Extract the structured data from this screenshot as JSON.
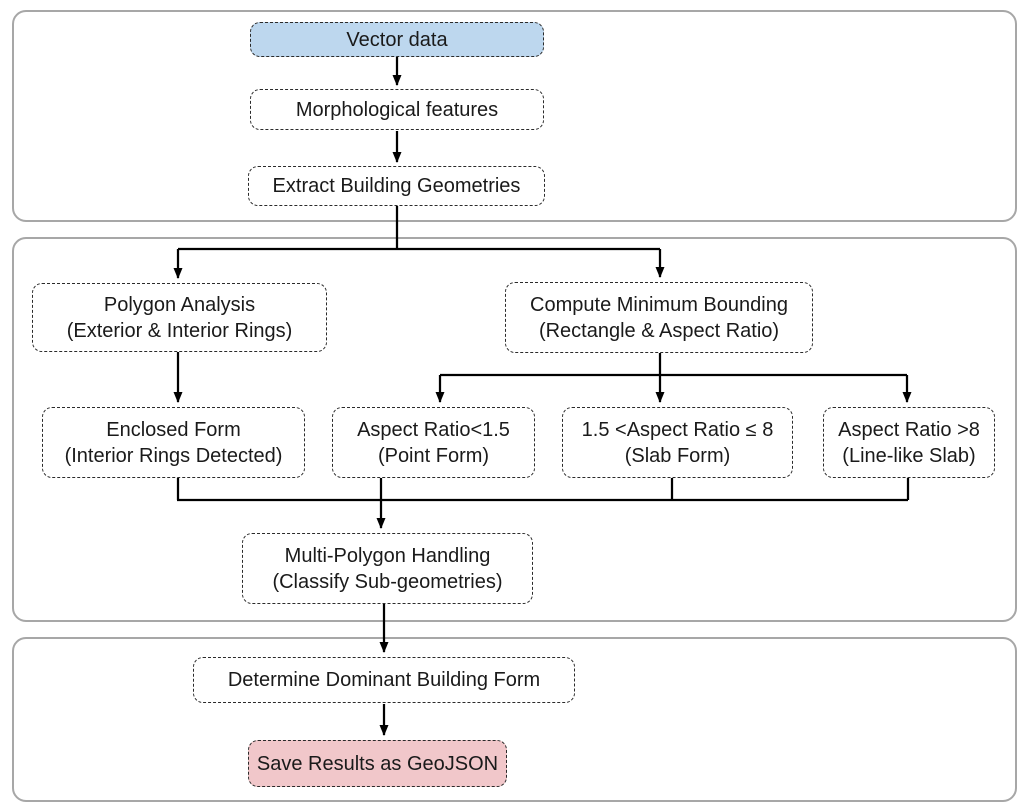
{
  "diagram": {
    "type": "flowchart",
    "sections": [
      {
        "name": "data-input-stage",
        "node_ids": [
          "vector_data",
          "morphological_features",
          "extract_building_geometries"
        ]
      },
      {
        "name": "classification-stage",
        "node_ids": [
          "polygon_analysis",
          "compute_min_bounding",
          "enclosed_form",
          "point_form",
          "slab_form",
          "line_like_slab",
          "multi_polygon"
        ]
      },
      {
        "name": "output-stage",
        "node_ids": [
          "determine_dominant_form",
          "save_results"
        ]
      }
    ],
    "edges": [
      "vector_data -> morphological_features",
      "morphological_features -> extract_building_geometries",
      "extract_building_geometries -> polygon_analysis",
      "extract_building_geometries -> compute_min_bounding",
      "polygon_analysis -> enclosed_form",
      "compute_min_bounding -> point_form",
      "compute_min_bounding -> slab_form",
      "compute_min_bounding -> line_like_slab",
      "enclosed_form -> multi_polygon",
      "point_form -> multi_polygon",
      "slab_form -> multi_polygon",
      "line_like_slab -> multi_polygon",
      "multi_polygon -> determine_dominant_form",
      "determine_dominant_form -> save_results"
    ]
  },
  "nodes": {
    "vector_data": {
      "label": "Vector data"
    },
    "morphological_features": {
      "label": "Morphological features"
    },
    "extract_building_geometries": {
      "label": "Extract Building Geometries"
    },
    "polygon_analysis": {
      "line1": "Polygon Analysis",
      "line2": "(Exterior & Interior Rings)"
    },
    "compute_min_bounding": {
      "line1": "Compute Minimum Bounding",
      "line2": "(Rectangle & Aspect Ratio)"
    },
    "enclosed_form": {
      "line1": "Enclosed Form",
      "line2": "(Interior Rings Detected)"
    },
    "point_form": {
      "line1": "Aspect Ratio<1.5",
      "line2": "(Point Form)"
    },
    "slab_form": {
      "line1": "1.5 <Aspect Ratio ≤ 8",
      "line2": "(Slab Form)"
    },
    "line_like_slab": {
      "line1": "Aspect Ratio >8",
      "line2": "(Line-like Slab)"
    },
    "multi_polygon": {
      "line1": "Multi-Polygon Handling",
      "line2": "(Classify Sub-geometries)"
    },
    "determine_dominant_form": {
      "label": "Determine Dominant Building Form"
    },
    "save_results": {
      "label": "Save Results as GeoJSON"
    }
  },
  "colors": {
    "highlight_blue": "#BDD7EE",
    "highlight_pink": "#F1C7CA",
    "section_border": "#A7A7A7",
    "box_border": "#2b2b2b",
    "arrow_color": "#000000",
    "text_color": "#1a1a1a"
  }
}
